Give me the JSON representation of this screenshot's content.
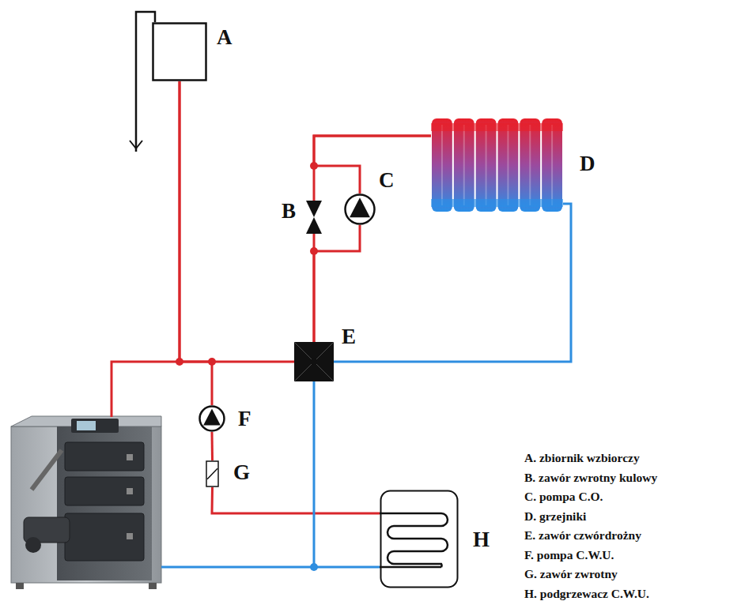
{
  "diagram": {
    "nodes": [
      {
        "text": [
          "A"
        ]
      },
      {
        "text": [
          "B"
        ]
      },
      {
        "text": [
          "C"
        ]
      },
      {
        "text": [
          "D"
        ]
      },
      {
        "text": [
          "E"
        ]
      },
      {
        "text": [
          "F"
        ]
      },
      {
        "text": [
          "G"
        ]
      },
      {
        "text": [
          "H"
        ]
      }
    ],
    "edges": [
      {
        "from": 4,
        "to": 1,
        "arrow": "none"
      },
      {
        "from": 4,
        "to": 2,
        "arrow": "none"
      },
      {
        "from": 1,
        "to": 3,
        "arrow": "none"
      },
      {
        "from": 2,
        "to": 3,
        "arrow": "none"
      },
      {
        "from": 3,
        "to": 4,
        "arrow": "none"
      },
      {
        "from": 0,
        "to": 4,
        "arrow": "none"
      },
      {
        "from": 0,
        "to": 5,
        "arrow": "none"
      },
      {
        "from": 5,
        "to": 6,
        "arrow": "none"
      },
      {
        "from": 6,
        "to": 7,
        "arrow": "none"
      },
      {
        "from": 4,
        "to": 7,
        "arrow": "none"
      }
    ],
    "legend": [
      {
        "text": "A. zbiornik wzbiorczy"
      },
      {
        "text": "B. zawór zwrotny kulowy"
      },
      {
        "text": "C. pompa C.O."
      },
      {
        "text": "D. grzejniki"
      },
      {
        "text": "E. zawór czwórdrożny"
      },
      {
        "text": "F. pompa C.W.U."
      },
      {
        "text": "G. zawór zwrotny"
      },
      {
        "text": "H. podgrzewacz C.W.U."
      }
    ]
  }
}
